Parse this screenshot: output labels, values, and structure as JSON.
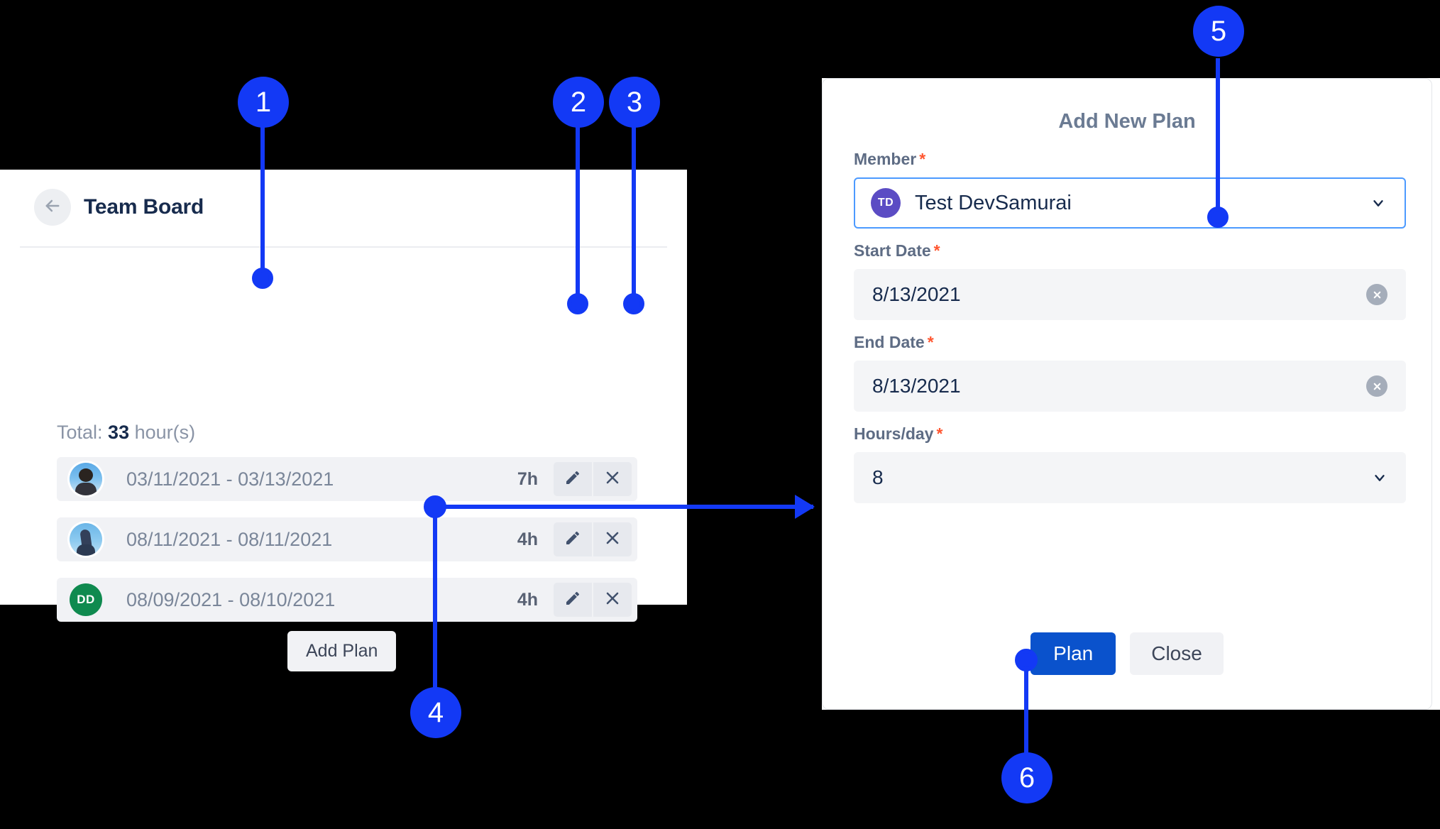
{
  "left_panel": {
    "back_icon": "arrow-left-icon",
    "title": "Team Board",
    "total_prefix": "Total: ",
    "total_value": "33",
    "total_suffix": " hour(s)",
    "add_plan_label": "Add Plan",
    "rows": [
      {
        "avatar_type": "photo",
        "avatar_initials": "",
        "dates": "03/11/2021 - 03/13/2021",
        "hours": "7h",
        "edit_icon": "pencil-icon",
        "delete_icon": "close-x-icon"
      },
      {
        "avatar_type": "photo",
        "avatar_initials": "",
        "dates": "08/11/2021 - 08/11/2021",
        "hours": "4h",
        "edit_icon": "pencil-icon",
        "delete_icon": "close-x-icon"
      },
      {
        "avatar_type": "initials",
        "avatar_initials": "DD",
        "dates": "08/09/2021 - 08/10/2021",
        "hours": "4h",
        "edit_icon": "pencil-icon",
        "delete_icon": "close-x-icon"
      }
    ]
  },
  "dialog": {
    "title": "Add New Plan",
    "required_mark": "*",
    "member": {
      "label": "Member",
      "avatar_initials": "TD",
      "value": "Test DevSamurai",
      "chevron_icon": "chevron-down-icon"
    },
    "start_date": {
      "label": "Start Date",
      "value": "8/13/2021",
      "clear_icon": "clear-circle-icon"
    },
    "end_date": {
      "label": "End Date",
      "value": "8/13/2021",
      "clear_icon": "clear-circle-icon"
    },
    "hours_per_day": {
      "label": "Hours/day",
      "value": "8",
      "chevron_icon": "chevron-down-icon"
    },
    "primary_button": "Plan",
    "secondary_button": "Close"
  },
  "callouts": [
    {
      "number": "1"
    },
    {
      "number": "2"
    },
    {
      "number": "3"
    },
    {
      "number": "4"
    },
    {
      "number": "5"
    },
    {
      "number": "6"
    }
  ],
  "colors": {
    "callout_blue": "#1339f5",
    "primary_button": "#0a52cc",
    "required_red": "#ff5630",
    "focus_border": "#4c9aff",
    "member_avatar": "#5b4cc4",
    "initials_avatar_green": "#0f8a4f",
    "row_bg": "#f1f2f5",
    "title_text": "#172b4d"
  }
}
